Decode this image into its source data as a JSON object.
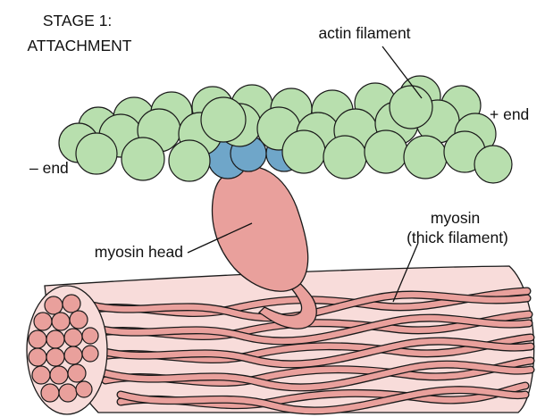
{
  "labels": {
    "stage_line1": "STAGE 1:",
    "stage_line2": "ATTACHMENT",
    "actin": "actin filament",
    "plus_end": "+ end",
    "minus_end": "– end",
    "myosin_head": "myosin head",
    "myosin_line1": "myosin",
    "myosin_line2": "(thick filament)"
  },
  "colors": {
    "actin_subunit": "#b8dfae",
    "binding_site": "#6fa6c9",
    "myosin": "#e9a09c",
    "myosin_dark": "#d98480",
    "thick_filament_bg": "#f8dcda",
    "outline": "#1a1a1a"
  }
}
